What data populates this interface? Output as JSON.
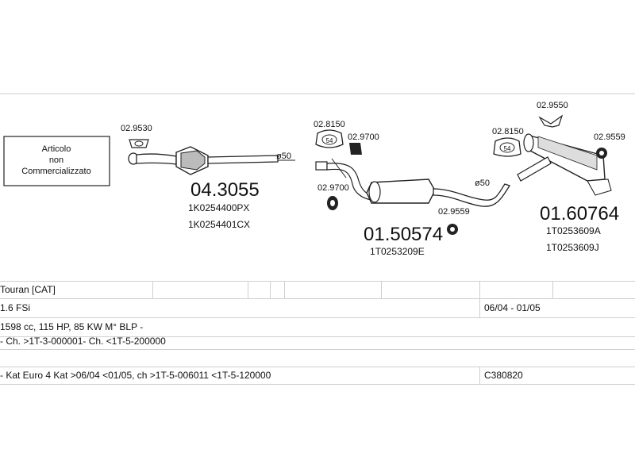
{
  "diagram": {
    "note_lines": [
      "Articolo",
      "non",
      "Commercializzato"
    ],
    "parts": {
      "p1": "02.9530",
      "p2": "02.8150",
      "p3": "02.9700",
      "p4": "02.9700",
      "p5": "02.9559",
      "p6": "02.8150",
      "p7": "02.9550",
      "p8": "02.9559"
    },
    "diameters": {
      "d1": "ø50",
      "d2": "ø50"
    },
    "groups": {
      "g1": {
        "number": "04.3055",
        "codes": [
          "1K0254400PX",
          "1K0254401CX"
        ]
      },
      "g2": {
        "number": "01.50574",
        "codes": [
          "1T0253209E"
        ]
      },
      "g3": {
        "number": "01.60764",
        "codes": [
          "1T0253609A",
          "1T0253609J"
        ]
      }
    },
    "icon_marks": {
      "b1": "54",
      "b2": "54"
    }
  },
  "table": {
    "model": "Touran  [CAT]",
    "engine": "1.6 FSi",
    "date_range": "06/04 - 01/05",
    "specs": "1598 cc, 115 HP, 85 KW M° BLP -",
    "chassis": "- Ch. >1T-3-000001- Ch. <1T-5-200000",
    "kat": "- Kat Euro 4  Kat >06/04 <01/05, ch >1T-5-006011 <1T-5-120000",
    "kit_code": "C380820"
  }
}
